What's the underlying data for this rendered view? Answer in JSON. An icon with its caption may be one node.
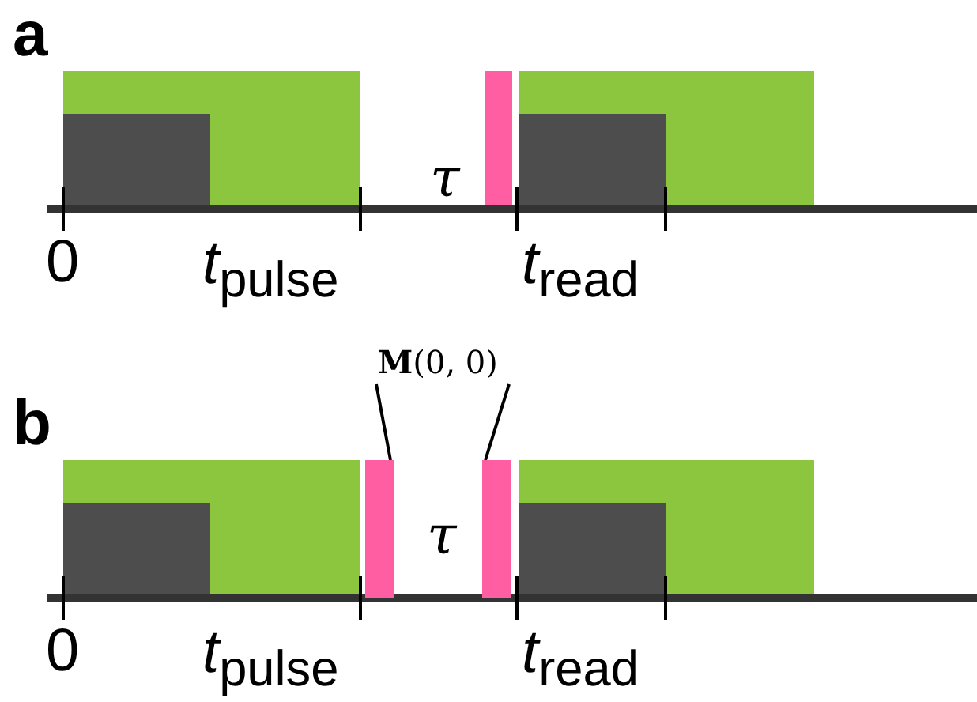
{
  "diagram": {
    "nodes": [
      {
        "text": [
          "**M**(0, 0)"
        ]
      },
      {
        "text": [],
        "shape": "bar"
      },
      {
        "text": [],
        "shape": "bar"
      }
    ],
    "edges": [
      {
        "from": 0,
        "to": 1,
        "arrow": "none"
      },
      {
        "from": 0,
        "to": 2,
        "arrow": "none"
      }
    ],
    "labels": [
      "a",
      "τ",
      "0",
      "*t*$_{pulse}$",
      "*t*$_{read}$",
      "b",
      "τ",
      "0",
      "*t*$_{pulse}$",
      "*t*$_{read}$"
    ]
  }
}
